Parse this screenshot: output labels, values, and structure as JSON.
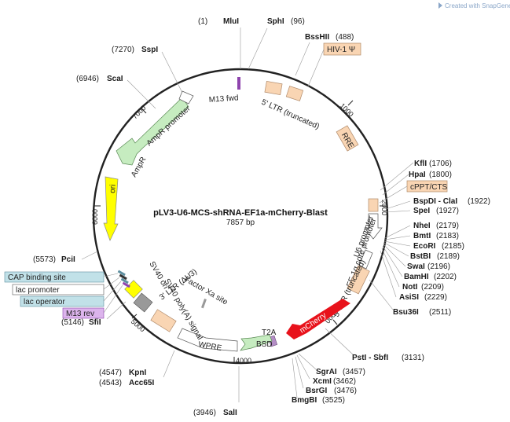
{
  "header": {
    "watermark": "Created with SnapGene®",
    "watermark_icon": "snapgene-logo-icon"
  },
  "plasmid": {
    "name": "pLV3-U6-MCS-shRNA-EF1a-mCherry-Blast",
    "size_label": "7857 bp",
    "length": 7857
  },
  "ticks": [
    {
      "label": "1000"
    },
    {
      "label": "2000"
    },
    {
      "label": "3000"
    },
    {
      "label": "4000"
    },
    {
      "label": "5000"
    },
    {
      "label": "6000"
    },
    {
      "label": "7000"
    }
  ],
  "features": [
    {
      "name": "HIV-1 Ψ",
      "color": "#f9d5b3"
    },
    {
      "name": "5' LTR (truncated)",
      "color": "#f9d5b3"
    },
    {
      "name": "RRE",
      "color": "#f9d5b3"
    },
    {
      "name": "cPPT/CTS",
      "color": "#f9d5b3"
    },
    {
      "name": "U6 promoter",
      "color": "#ffffff"
    },
    {
      "name": "EF-1α core promoter",
      "color": "#ffffff"
    },
    {
      "name": "5' LTR (truncated)",
      "color": "#f9d5b3"
    },
    {
      "name": "mCherry",
      "color": "#e8121b"
    },
    {
      "name": "T2A",
      "color": "#b48ec6"
    },
    {
      "name": "BSD",
      "color": "#c6ecc0"
    },
    {
      "name": "WPRE",
      "color": "#ffffff"
    },
    {
      "name": "3' LTR (ΔU3)",
      "color": "#f9d5b3"
    },
    {
      "name": "SV40 poly(A) signal",
      "color": "#999999"
    },
    {
      "name": "SV40 ori",
      "color": "#ffff00"
    },
    {
      "name": "ori",
      "color": "#ffff00"
    },
    {
      "name": "AmpR",
      "color": "#c6ecc0"
    },
    {
      "name": "AmpR promoter",
      "color": "#ffffff"
    },
    {
      "name": "M13 fwd",
      "color": "#8e44ad"
    },
    {
      "name": "Factor Xa site",
      "color": "#999999"
    }
  ],
  "left_boxes": [
    {
      "name": "CAP binding site",
      "color": "#c1e1e8"
    },
    {
      "name": "lac promoter",
      "color": "#ffffff"
    },
    {
      "name": "lac operator",
      "color": "#c1e1e8"
    },
    {
      "name": "M13 rev",
      "color": "#dcb4ec"
    }
  ],
  "sites": [
    {
      "name": "MluI",
      "pos": "(1)"
    },
    {
      "name": "SphI",
      "pos": "(96)"
    },
    {
      "name": "BssHII",
      "pos": "(488)"
    },
    {
      "name": "KflI",
      "pos": "(1706)"
    },
    {
      "name": "HpaI",
      "pos": "(1800)"
    },
    {
      "name": "BspDI - ClaI",
      "pos": "(1922)"
    },
    {
      "name": "SpeI",
      "pos": "(1927)"
    },
    {
      "name": "NheI",
      "pos": "(2179)"
    },
    {
      "name": "BmtI",
      "pos": "(2183)"
    },
    {
      "name": "EcoRI",
      "pos": "(2185)"
    },
    {
      "name": "BstBI",
      "pos": "(2189)"
    },
    {
      "name": "SwaI",
      "pos": "(2196)"
    },
    {
      "name": "BamHI",
      "pos": "(2202)"
    },
    {
      "name": "NotI",
      "pos": "(2209)"
    },
    {
      "name": "AsiSI",
      "pos": "(2229)"
    },
    {
      "name": "Bsu36I",
      "pos": "(2511)"
    },
    {
      "name": "PstI - SbfI",
      "pos": "(3131)"
    },
    {
      "name": "SgrAI",
      "pos": "(3457)"
    },
    {
      "name": "XcmI",
      "pos": "(3462)"
    },
    {
      "name": "BsrGI",
      "pos": "(3476)"
    },
    {
      "name": "BmgBI",
      "pos": "(3525)"
    },
    {
      "name": "SalI",
      "pos": "(3946)"
    },
    {
      "name": "KpnI",
      "pos": "(4547)"
    },
    {
      "name": "Acc65I",
      "pos": "(4543)"
    },
    {
      "name": "SfiI",
      "pos": "(5146)"
    },
    {
      "name": "PciI",
      "pos": "(5573)"
    },
    {
      "name": "ScaI",
      "pos": "(6946)"
    },
    {
      "name": "SspI",
      "pos": "(7270)"
    }
  ]
}
